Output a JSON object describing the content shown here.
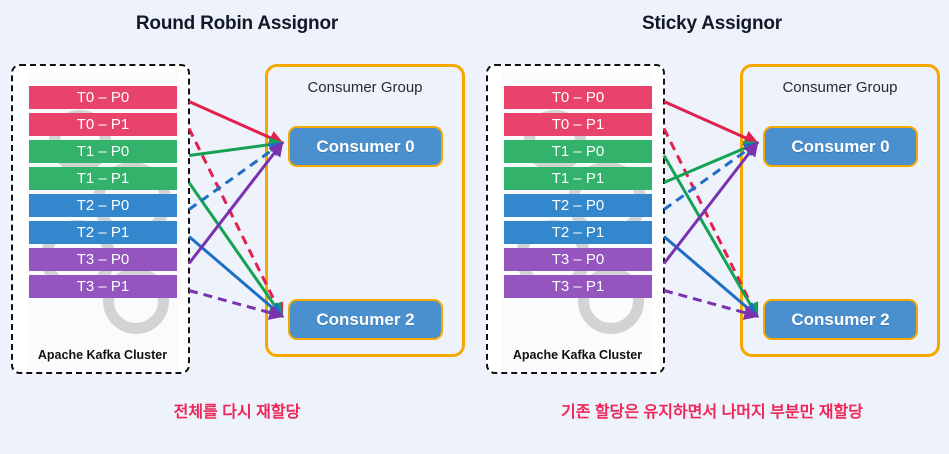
{
  "page": {
    "background": "#eef2fb",
    "accent_yellow": "#F5A800",
    "caption_color": "#ED2757"
  },
  "panels": [
    {
      "id": "round-robin",
      "title": "Round Robin Assignor",
      "cluster": {
        "label": "Apache Kafka Cluster",
        "partitions": [
          {
            "label": "T0 – P0",
            "color": "#E8446B"
          },
          {
            "label": "T0 – P1",
            "color": "#E8446B"
          },
          {
            "label": "T1 – P0",
            "color": "#32B26A"
          },
          {
            "label": "T1 – P1",
            "color": "#32B26A"
          },
          {
            "label": "T2 – P0",
            "color": "#3387CC"
          },
          {
            "label": "T2 – P1",
            "color": "#3387CC"
          },
          {
            "label": "T3 – P0",
            "color": "#9456BE"
          },
          {
            "label": "T3 – P1",
            "color": "#9456BE"
          }
        ]
      },
      "consumer_group": {
        "title": "Consumer Group",
        "consumers": [
          {
            "label": "Consumer 0"
          },
          {
            "label": "Consumer 2"
          }
        ]
      },
      "assignments": [
        {
          "partition": "T0 – P0",
          "consumer": "Consumer 0",
          "color": "#E0214E",
          "style": "solid"
        },
        {
          "partition": "T0 – P1",
          "consumer": "Consumer 2",
          "color": "#E0214E",
          "style": "dashed"
        },
        {
          "partition": "T1 – P0",
          "consumer": "Consumer 0",
          "color": "#15A254",
          "style": "solid"
        },
        {
          "partition": "T1 – P1",
          "consumer": "Consumer 2",
          "color": "#15A254",
          "style": "solid"
        },
        {
          "partition": "T2 – P0",
          "consumer": "Consumer 0",
          "color": "#1C6FC4",
          "style": "dashed"
        },
        {
          "partition": "T2 – P1",
          "consumer": "Consumer 2",
          "color": "#1C6FC4",
          "style": "solid"
        },
        {
          "partition": "T3 – P0",
          "consumer": "Consumer 0",
          "color": "#7A32AE",
          "style": "solid"
        },
        {
          "partition": "T3 – P1",
          "consumer": "Consumer 2",
          "color": "#7A32AE",
          "style": "dashed"
        }
      ],
      "caption": "전체를 다시 재할당"
    },
    {
      "id": "sticky",
      "title": "Sticky Assignor",
      "cluster": {
        "label": "Apache Kafka Cluster",
        "partitions": [
          {
            "label": "T0 – P0",
            "color": "#E8446B"
          },
          {
            "label": "T0 – P1",
            "color": "#E8446B"
          },
          {
            "label": "T1 – P0",
            "color": "#32B26A"
          },
          {
            "label": "T1 – P1",
            "color": "#32B26A"
          },
          {
            "label": "T2 – P0",
            "color": "#3387CC"
          },
          {
            "label": "T2 – P1",
            "color": "#3387CC"
          },
          {
            "label": "T3 – P0",
            "color": "#9456BE"
          },
          {
            "label": "T3 – P1",
            "color": "#9456BE"
          }
        ]
      },
      "consumer_group": {
        "title": "Consumer Group",
        "consumers": [
          {
            "label": "Consumer 0"
          },
          {
            "label": "Consumer 2"
          }
        ]
      },
      "assignments": [
        {
          "partition": "T0 – P0",
          "consumer": "Consumer 0",
          "color": "#E0214E",
          "style": "solid"
        },
        {
          "partition": "T0 – P1",
          "consumer": "Consumer 2",
          "color": "#E0214E",
          "style": "dashed"
        },
        {
          "partition": "T1 – P0",
          "consumer": "Consumer 2",
          "color": "#15A254",
          "style": "solid"
        },
        {
          "partition": "T1 – P1",
          "consumer": "Consumer 0",
          "color": "#15A254",
          "style": "solid"
        },
        {
          "partition": "T2 – P0",
          "consumer": "Consumer 0",
          "color": "#1C6FC4",
          "style": "dashed"
        },
        {
          "partition": "T2 – P1",
          "consumer": "Consumer 2",
          "color": "#1C6FC4",
          "style": "solid"
        },
        {
          "partition": "T3 – P0",
          "consumer": "Consumer 0",
          "color": "#7A32AE",
          "style": "solid"
        },
        {
          "partition": "T3 – P1",
          "consumer": "Consumer 2",
          "color": "#7A32AE",
          "style": "dashed"
        }
      ],
      "caption": "기존 할당은 유지하면서 나머지 부분만 재할당"
    }
  ]
}
